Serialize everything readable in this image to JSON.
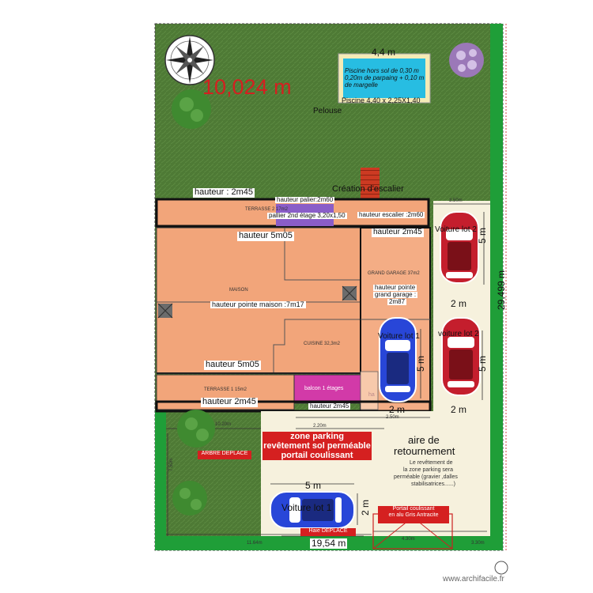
{
  "plan": {
    "top_dimension": "10,024 m",
    "pelouse": "Pelouse",
    "pool": {
      "width": "4,4 m",
      "note_1": "Piscine hors sol de 0,30 m",
      "note_2": "0,20m de parpaing + 0,10 m",
      "note_3": "de margelle",
      "caption": "Piscine 4,40 x 2,25X1,40"
    },
    "stair_creation": "Création d'escalier",
    "heights": {
      "terrace_top": "hauteur : 2m45",
      "landing": "hauteur palier:2m60",
      "stair": "hauteur escalier :2m60",
      "house_top": "hauteur 5m05",
      "garage": "hauteur 2m45",
      "house_peak": "hauteur pointe maison :7m17",
      "garage_peak_1": "hauteur pointe",
      "garage_peak_2": "grand garage :",
      "garage_peak_3": "2m87",
      "house_bottom": "hauteur 5m05",
      "terrace_bottom": "hauteur 2m45",
      "balcony": "hauteur 2m45"
    },
    "rooms": {
      "terrace_2": "TERRASSE 2 17m2",
      "landing_2nd": "pallier 2nd étage 3,20x1,50",
      "house": "MAISON",
      "garage": "GRAND GARAGE 37m2",
      "kitchen": "CUISINE 32,3m2",
      "terrace_1": "TERRASSE 1 15m2",
      "balcony": "balcon 1 étages",
      "hidden_label": "ha"
    },
    "cars": {
      "lot2_a": "Voiture lot 2",
      "lot2_b": "voiture lot 2",
      "lot1_garage": "Voiture lot 1",
      "lot1_parking": "Voiture lot 1"
    },
    "dimensions": {
      "d_3_50": "3.50m",
      "d_5m_a": "5 m",
      "d_2m_a": "2 m",
      "d_5m_b": "5 m",
      "d_2m_b": "2 m",
      "d_5m_c": "5 m",
      "d_2m_c": "2 m",
      "d_29": "29,499 m",
      "d_2_50": "2.50m",
      "d_2_20": "2.20m",
      "d_10_20": "10.20m",
      "d_7_50": "7.50m",
      "d_5m_d": "5 m",
      "d_2m_d": "2 m",
      "d_4_30": "4.30m",
      "d_3_30": "3.30m",
      "d_11_64": "11.64m",
      "d_19_54": "19,54 m"
    },
    "parking": {
      "zone_1": "zone parking",
      "zone_2": "revêtement sol perméable",
      "zone_3": "portail coulissant",
      "turn_1": "aire de",
      "turn_2": "retournement",
      "note_1": "Le revêtement de",
      "note_2": "la zone parking sera",
      "note_3": "perméable (gravier ,dalles",
      "note_4": "stabilisatrices......)"
    },
    "tree_moved": "ARBRE DEPLACE",
    "gate_1": "Portail coulissant",
    "gate_2": "en alu Gris Antracite",
    "hedge_moved": "Haie DEPLACE"
  },
  "footer": {
    "watermark": "www.archifacile.fr"
  },
  "colors": {
    "lawn": "#4e7a35",
    "hedge": "#1f9e38",
    "building": "#f2a57a",
    "garage": "#f4ad85",
    "pool": "#27bde2",
    "pool_frame": "#f4ebb6",
    "parking": "#f6f1dd",
    "red_label": "#d52020",
    "car_red": "#c41e2d",
    "car_blue": "#2846d8",
    "stair_red": "#cc3a22",
    "purple_strip": "#8a5dc8",
    "balcony": "#d23aa8"
  }
}
